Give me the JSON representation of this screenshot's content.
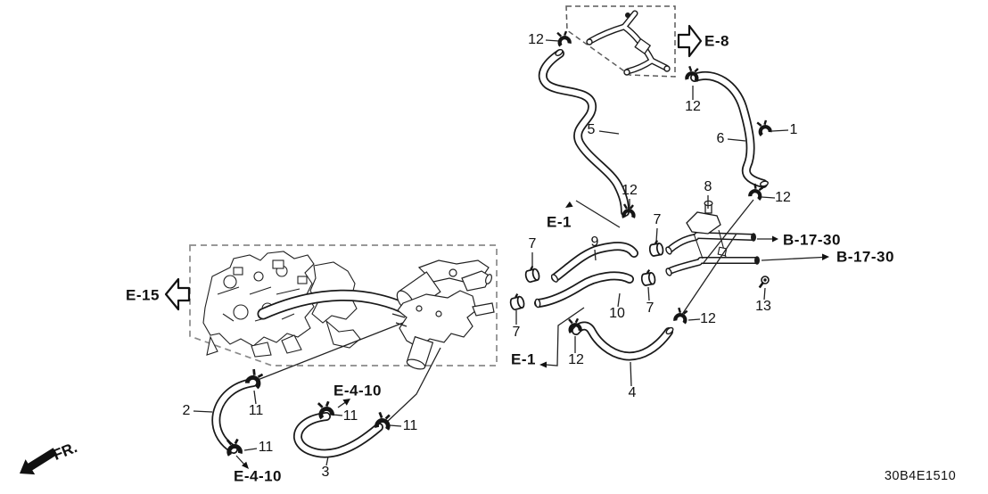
{
  "diagram": {
    "code": "30B4E1510",
    "fr_label": "FR.",
    "callouts": {
      "n1": "1",
      "n2": "2",
      "n3": "3",
      "n4": "4",
      "n5": "5",
      "n6": "6",
      "n7": "7",
      "n8": "8",
      "n9": "9",
      "n10": "10",
      "n11": "11",
      "n12": "12",
      "n13": "13"
    },
    "refs": {
      "e8": "E-8",
      "e15": "E-15",
      "e1": "E-1",
      "e410": "E-4-10",
      "b1730": "B-17-30"
    },
    "colors": {
      "line": "#1a1a1a",
      "dashed_box": "#8a8a8a",
      "text": "#000000",
      "background": "#ffffff"
    }
  }
}
